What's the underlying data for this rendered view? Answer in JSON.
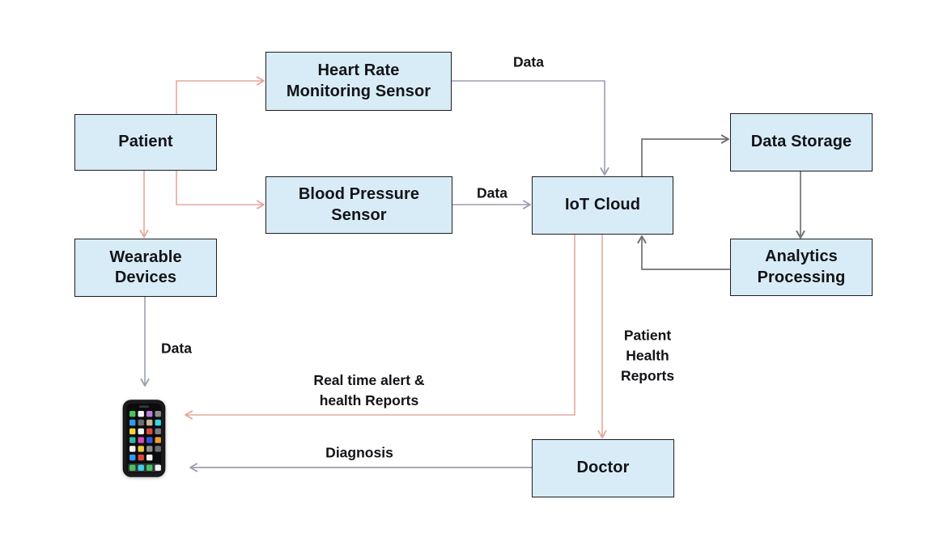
{
  "diagram": {
    "nodes": {
      "patient": {
        "label": "Patient"
      },
      "heart_rate_sensor": {
        "label": "Heart Rate\nMonitoring Sensor"
      },
      "blood_pressure_sensor": {
        "label": "Blood Pressure\nSensor"
      },
      "wearable_devices": {
        "label": "Wearable\nDevices"
      },
      "iot_cloud": {
        "label": "IoT Cloud"
      },
      "data_storage": {
        "label": "Data Storage"
      },
      "analytics_processing": {
        "label": "Analytics\nProcessing"
      },
      "doctor": {
        "label": "Doctor"
      }
    },
    "edge_labels": {
      "heart_rate_to_cloud": "Data",
      "blood_pressure_to_cloud": "Data",
      "wearable_to_phone": "Data",
      "cloud_to_phone": "Real time alert &\nhealth Reports",
      "cloud_to_doctor": "Patient\nHealth\nReports",
      "doctor_to_phone": "Diagnosis"
    },
    "icons": {
      "phone": "smartphone-emoji"
    },
    "colors": {
      "node_fill": "#d8ecf7",
      "node_border": "#1d1d1f",
      "text": "#131318",
      "arrow_salmon": "#e5a89d",
      "arrow_gray_light": "#9b9eb0",
      "arrow_gray_dark": "#717176",
      "background": "#ffffff"
    }
  }
}
